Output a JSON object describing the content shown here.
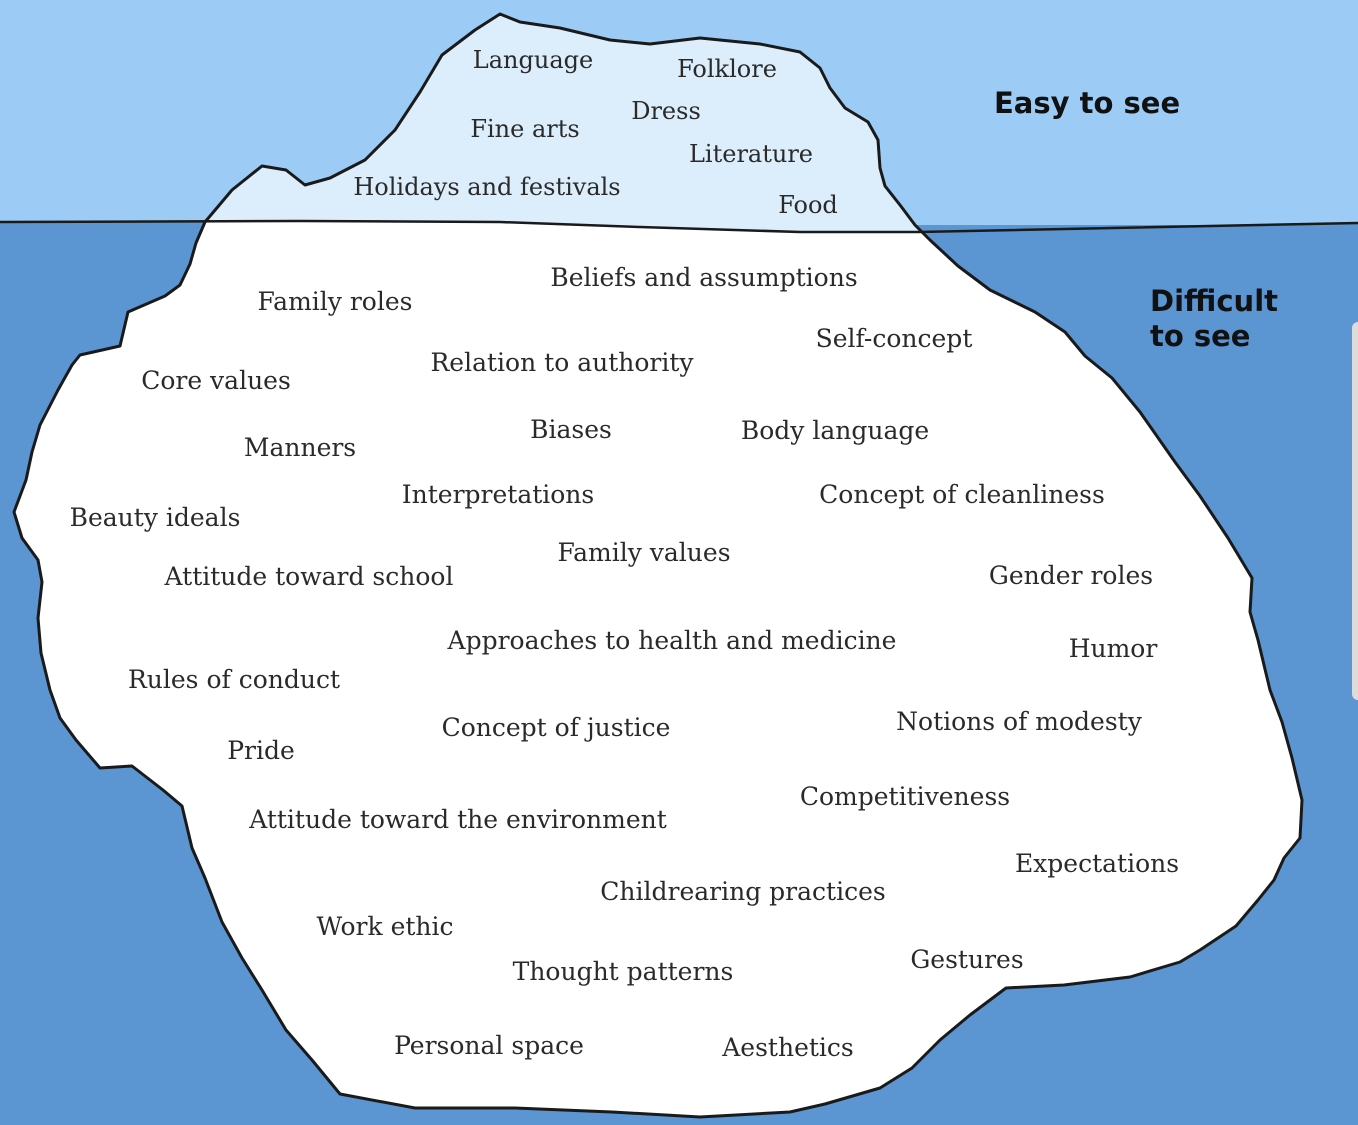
{
  "labels": {
    "easy": "Easy to see",
    "difficult_line1": "Difficult",
    "difficult_line2": "to see"
  },
  "above_water": [
    "Language",
    "Folklore",
    "Dress",
    "Fine arts",
    "Literature",
    "Holidays and festivals",
    "Food"
  ],
  "below_water": [
    "Beliefs and assumptions",
    "Family roles",
    "Self-concept",
    "Relation to authority",
    "Core values",
    "Biases",
    "Body language",
    "Manners",
    "Interpretations",
    "Concept of cleanliness",
    "Beauty ideals",
    "Family values",
    "Attitude toward school",
    "Gender roles",
    "Approaches to health and medicine",
    "Humor",
    "Rules of conduct",
    "Notions of modesty",
    "Concept of justice",
    "Pride",
    "Competitiveness",
    "Attitude toward the environment",
    "Expectations",
    "Childrearing practices",
    "Work ethic",
    "Gestures",
    "Thought patterns",
    "Personal space",
    "Aesthetics"
  ],
  "colors": {
    "sky": "#9ccbf6",
    "water": "#5b96d2",
    "ice_above": "#dceefb",
    "ice_below": "#ffffff",
    "outline": "#1a1a1a",
    "text": "#2a2a2a",
    "label": "#111111"
  }
}
